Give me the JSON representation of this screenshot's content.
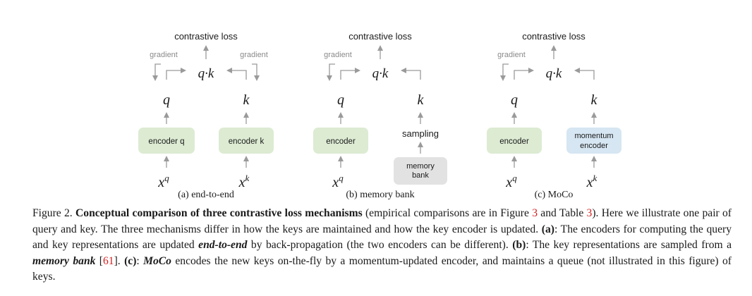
{
  "panels": [
    {
      "id": "a",
      "top_label": "contrastive loss",
      "gradient_left": "gradient",
      "gradient_right": "gradient",
      "product": "q·k",
      "q_label": "q",
      "k_label": "k",
      "left_box": "encoder q",
      "right_box": "encoder k",
      "left_box_color": "#dcebd2",
      "right_box_color": "#dcebd2",
      "x_left": "x",
      "x_left_sup": "q",
      "x_right": "x",
      "x_right_sup": "k",
      "caption": "(a) end-to-end"
    },
    {
      "id": "b",
      "top_label": "contrastive loss",
      "gradient_left": "gradient",
      "product": "q·k",
      "q_label": "q",
      "k_label": "k",
      "left_box": "encoder",
      "left_box_color": "#dcebd2",
      "sampling": "sampling",
      "memory_line1": "memory",
      "memory_line2": "bank",
      "memory_color": "#e2e2e2",
      "x_left": "x",
      "x_left_sup": "q",
      "caption": "(b) memory bank"
    },
    {
      "id": "c",
      "top_label": "contrastive loss",
      "gradient_left": "gradient",
      "product": "q·k",
      "q_label": "q",
      "k_label": "k",
      "left_box": "encoder",
      "left_box_color": "#dcebd2",
      "right_line1": "momentum",
      "right_line2": "encoder",
      "right_box_color": "#d6e6f2",
      "x_left": "x",
      "x_left_sup": "q",
      "x_right": "x",
      "x_right_sup": "k",
      "caption": "(c) MoCo"
    }
  ],
  "caption": {
    "fig_label": "Figure 2.",
    "title": "Conceptual comparison of three contrastive loss mechanisms",
    "s1_pre": "(empirical comparisons are in Figure ",
    "ref_fig": "3",
    "s1_mid": " and Table ",
    "ref_table": "3",
    "s1_post": "). Here we illustrate one pair of query and key. The three mechanisms differ in how the keys are maintained and how the key encoder is updated.",
    "a_label": "(a)",
    "a_pre": ": The encoders for computing the query and key representations are updated ",
    "a_em": "end-to-end",
    "a_post": " by back-propagation (the two encoders can be different).",
    "b_label": "(b)",
    "b_pre": ": The key representations are sampled from a ",
    "b_em": "memory bank",
    "b_mid": " [",
    "b_ref": "61",
    "b_post": "].",
    "c_label": "(c)",
    "c_pre": ": ",
    "c_em": "MoCo",
    "c_post": " encodes the new keys on-the-fly by a momentum-updated encoder, and maintains a queue (not illustrated in this figure) of keys."
  },
  "colors": {
    "arrow": "#9a9a9a",
    "text": "#1a1a1a",
    "gradient_text": "#8a8a8a",
    "reference": "#d21f1f"
  }
}
